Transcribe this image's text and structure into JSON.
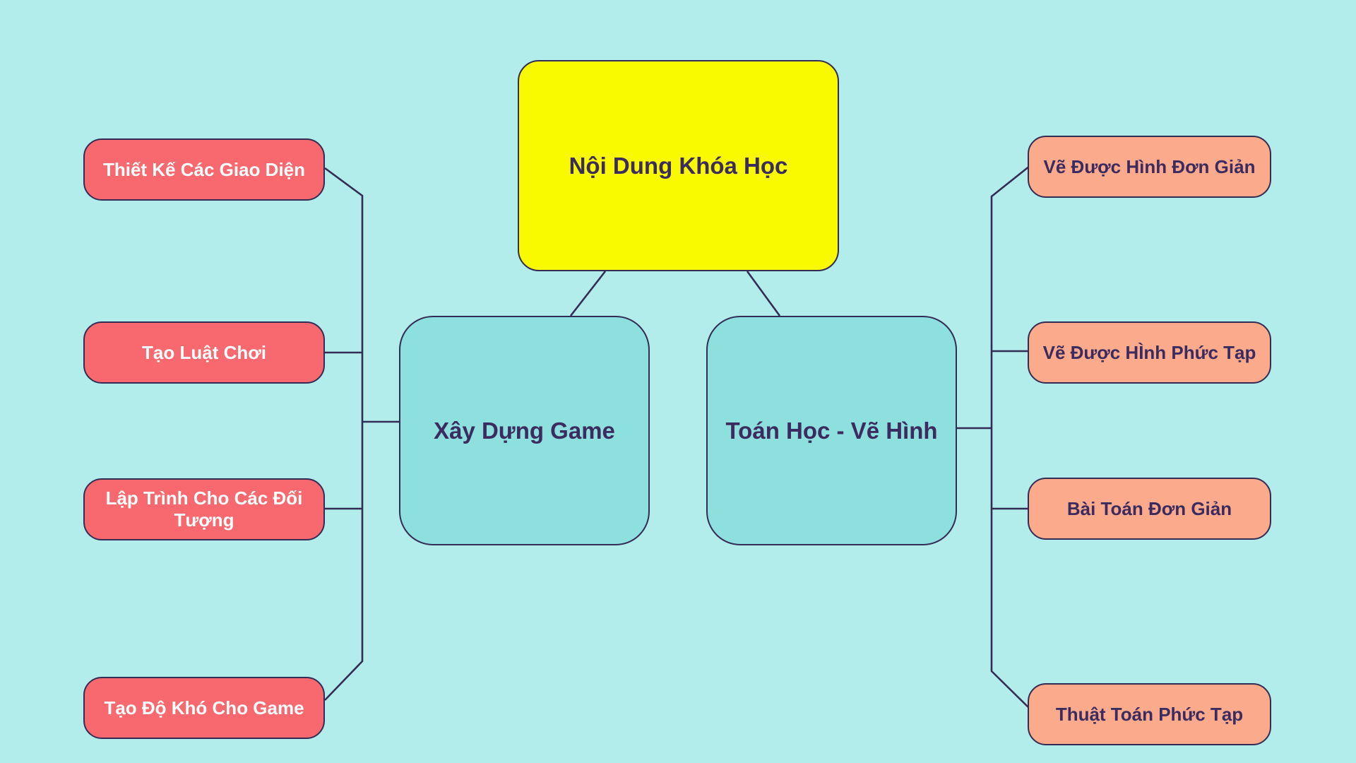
{
  "diagram": {
    "title": "Nội Dung Khóa Học mind map",
    "root": {
      "label": "Nội Dung Khóa Học"
    },
    "branches": [
      {
        "label": "Xây Dựng Game",
        "children": [
          "Thiết Kế Các Giao Diện",
          "Tạo Luật Chơi",
          "Lập Trình Cho Các Đối Tượng",
          "Tạo Độ Khó Cho Game"
        ]
      },
      {
        "label": "Toán Học - Vẽ Hình",
        "children": [
          "Vẽ Được Hình Đơn Giản",
          "Vẽ Được HÌnh Phức Tạp",
          "Bài Toán Đơn Giản",
          "Thuật Toán Phức Tạp"
        ]
      }
    ],
    "colors": {
      "background": "#b2edeb",
      "root_fill": "#f9f900",
      "branch_fill": "#8ee0df",
      "left_leaf_fill": "#f8696f",
      "right_leaf_fill": "#fbaa8c",
      "line_color": "#332c54",
      "dark_text": "#3b2b5e",
      "light_text": "#ffffff"
    }
  }
}
